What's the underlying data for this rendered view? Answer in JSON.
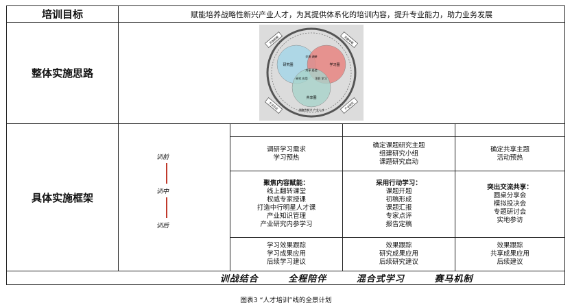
{
  "goal": {
    "label": "培训目标",
    "text": "赋能培养战略性新兴产业人才，为其提供体系化的培训内容，提升专业能力，助力业务发展"
  },
  "approach": {
    "label": "整体实施思路",
    "diagram": {
      "circle_research": "研究圈",
      "circle_study": "学习圈",
      "circle_share": "共享圈",
      "overlap_research_study": "交流 调研",
      "overlap_center": "共享 经验",
      "overlap_research_share": "研究 应用",
      "overlap_study_share": "项目 学习",
      "ring_label_tl": "实施前期",
      "ring_label_tr": "实施中期",
      "ring_label_bl": "方法论证",
      "ring_label_br": "产业研究",
      "bottom_text": "战略性新兴 产业人才"
    }
  },
  "framework": {
    "label": "具体实施框架",
    "phases": [
      "训前",
      "训中",
      "训后"
    ],
    "pre": {
      "col1": [
        "调研学习需求",
        "学习预热"
      ],
      "col2": [
        "确定课题研究主题",
        "组建研究小组",
        "课题研究启动"
      ],
      "col3": [
        "确定共享主题",
        "活动预热"
      ]
    },
    "mid": {
      "col1_title": "聚焦内容赋能：",
      "col1": [
        "线上翻转课堂",
        "权威专家授课",
        "打造中行明星人才课",
        "产业知识管理",
        "产业研究内参学习"
      ],
      "col2_title": "采用行动学习：",
      "col2": [
        "课题开题",
        "初稿形成",
        "课题汇报",
        "专家点评",
        "报告定稿"
      ],
      "col3_title": "突出交流共享：",
      "col3": [
        "圆桌分享会",
        "模拟投决会",
        "专题研讨会",
        "实地参访"
      ]
    },
    "post": {
      "col1": [
        "学习效果跟踪",
        "学习成果应用",
        "后续学习建议"
      ],
      "col2": [
        "效果跟踪",
        "研究成果应用",
        "后续研究建议"
      ],
      "col3": [
        "效果跟踪",
        "共享成果应用",
        "后续建议"
      ]
    }
  },
  "footer": [
    "训战结合",
    "全程陪伴",
    "混合式学习",
    "赛马机制"
  ],
  "caption": "图表3 “人才培训”线的全景计划",
  "colors": {
    "research": "#a6d6e8",
    "study": "#e8807c",
    "share": "#a8d3cb",
    "diagram_bg": "#dcdcdc",
    "line": "#c0392b"
  }
}
